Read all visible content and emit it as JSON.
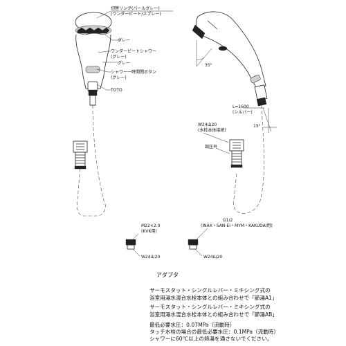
{
  "front_view": {
    "ring_label": "切替リング(パールグレー)",
    "ring_sublabel": "(ワンダービート/スプレー)",
    "grey_label_1": "グレー",
    "wonder_beat_label": "ワンダービートシャワー",
    "wonder_beat_sublabel": "(グレー)",
    "grey_label_2": "グレー",
    "stop_button_label": "シャワー一時開閉ボタン",
    "stop_button_sublabel": "(グレー)",
    "brand_label": "TOTO"
  },
  "side_view": {
    "angle_35": "35°",
    "hose_length": "L=1600",
    "hose_color": "(シルバー)",
    "angle_15": "15°",
    "thread_label": "W24山20",
    "thread_note": "(水栓本体接続)",
    "washer_label": "調圧弁"
  },
  "adapters": {
    "left_spec": "M22×2.0",
    "left_maker": "(KVK用)",
    "left_thread": "W24山20",
    "right_spec": "G1/2",
    "right_maker": "(INAX・SAN-EI・MYM・KAKUDAI用)",
    "right_thread": "W24山20"
  },
  "notes": {
    "title": "アダプタ",
    "line1": "サーモスタット・シングルレバー・ミキシング式の",
    "line2": "浴室用湯水混合水栓本体との組み合わせで「節湯A1」",
    "line3": "サーモスタット・シングルレバー・ミキシング式の",
    "line4": "浴室用湯水混合水栓本体との組み合わせで「節湯AB」",
    "line5": "最低必要水圧：0.07MPa（流動時）",
    "line6": "タッチ水栓の場合の最低必要水圧：0.1MPa（流動時）",
    "line7": "シャワーに60℃以上の熱湯を通さないでください。"
  }
}
